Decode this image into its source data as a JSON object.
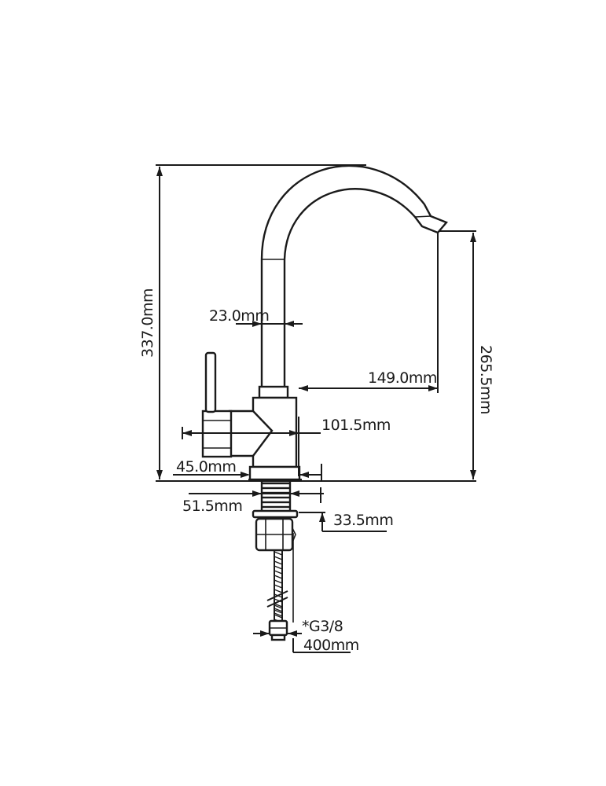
{
  "diagram": {
    "subject": "faucet-dimension-drawing",
    "colors": {
      "line": "#1a1a1a",
      "background": "#ffffff"
    },
    "dimensions": {
      "total_height": "337.0mm",
      "spout_height": "265.5mm",
      "body_diameter": "23.0mm",
      "spout_reach": "149.0mm",
      "lever_reach": "101.5mm",
      "base_diameter": "45.0mm",
      "mounting_depth": "51.5mm",
      "hole_diameter": "33.5mm",
      "connector": "*G3/8",
      "hose_length": "400mm"
    }
  }
}
